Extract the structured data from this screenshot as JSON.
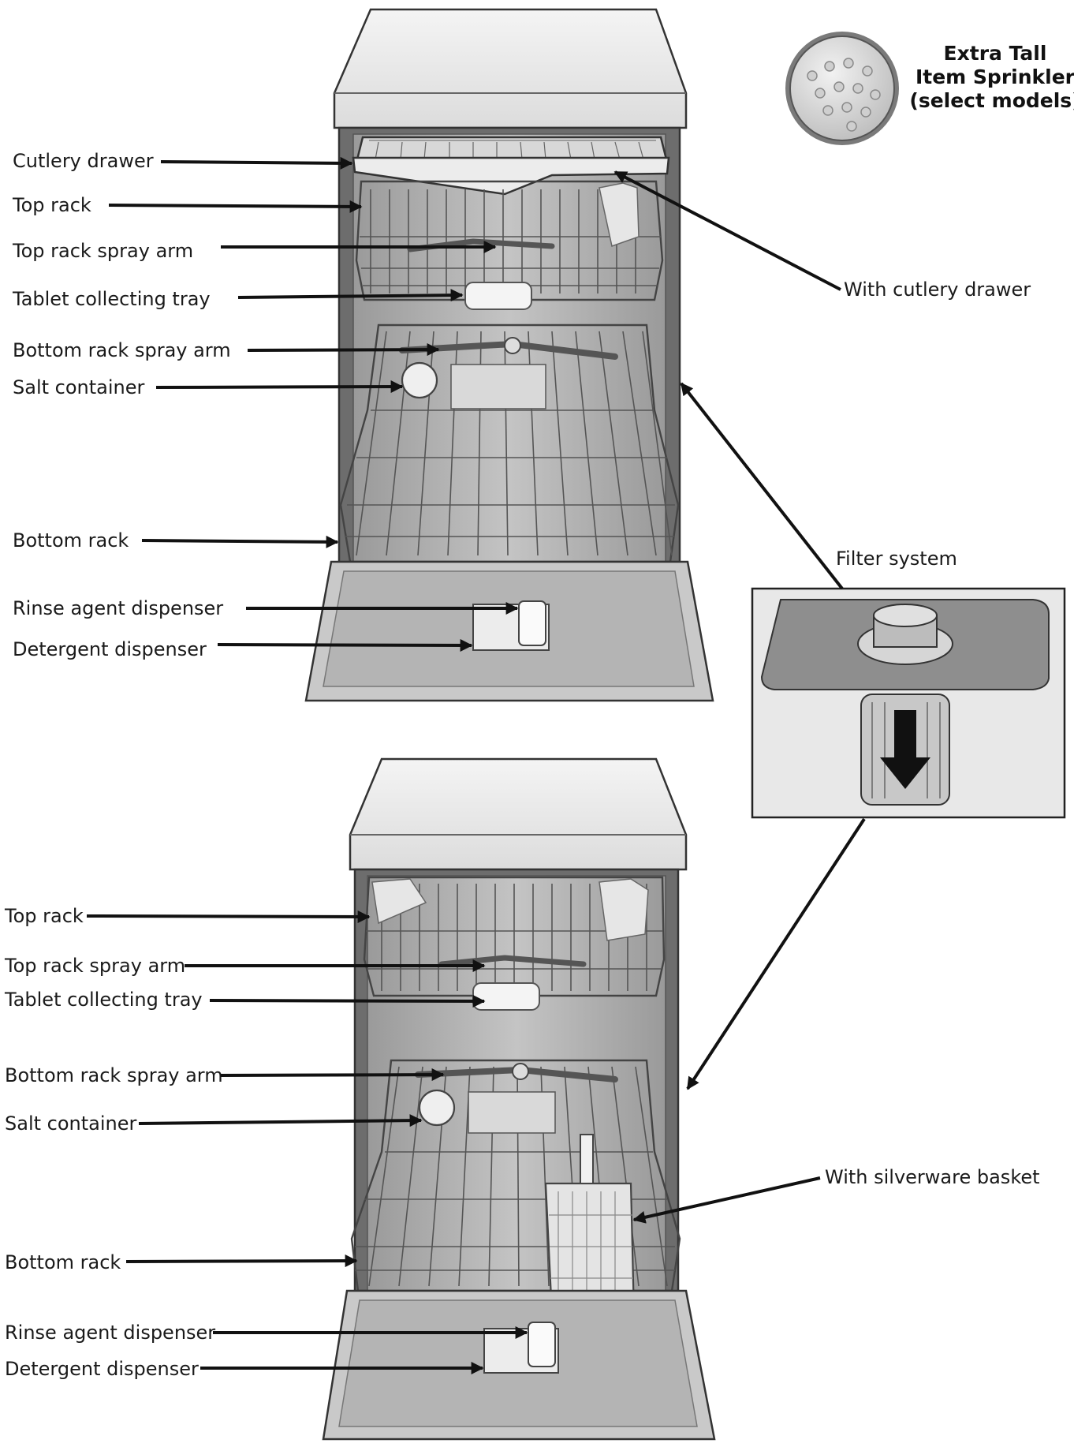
{
  "sprinkler": {
    "title_line1": "Extra Tall",
    "title_line2": "Item Sprinkler",
    "title_line3": "(select models)"
  },
  "top_unit": {
    "labels": {
      "cutlery_drawer": "Cutlery drawer",
      "top_rack": "Top rack",
      "top_rack_spray_arm": "Top rack spray arm",
      "tablet_collecting_tray": "Tablet collecting tray",
      "bottom_rack_spray_arm": "Bottom rack spray arm",
      "salt_container": "Salt container",
      "bottom_rack": "Bottom rack",
      "rinse_agent_dispenser": "Rinse agent dispenser",
      "detergent_dispenser": "Detergent dispenser"
    },
    "variant": "With cutlery drawer"
  },
  "filter": {
    "label": "Filter system"
  },
  "bottom_unit": {
    "labels": {
      "top_rack": "Top rack",
      "top_rack_spray_arm": "Top rack spray arm",
      "tablet_collecting_tray": "Tablet collecting tray",
      "bottom_rack_spray_arm": "Bottom rack spray arm",
      "salt_container": "Salt container",
      "bottom_rack": "Bottom rack",
      "rinse_agent_dispenser": "Rinse agent dispenser",
      "detergent_dispenser": "Detergent dispenser"
    },
    "variant": "With silverware basket"
  }
}
